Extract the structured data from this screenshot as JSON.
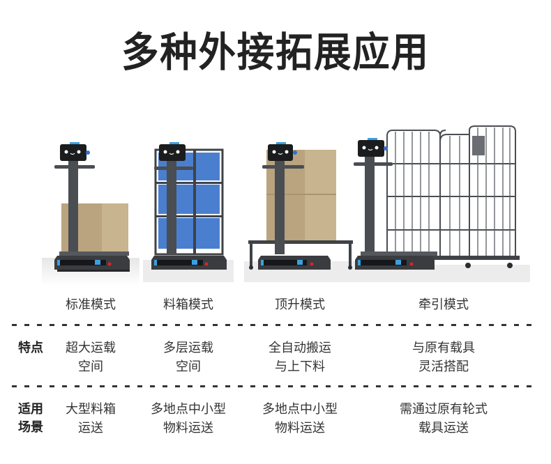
{
  "title": "多种外接拓展应用",
  "modes": [
    {
      "name": "标准模式",
      "image": "agv-robot-with-cardboard-box",
      "feature": [
        "超大运载",
        "空间"
      ],
      "scenario": [
        "大型料箱",
        "运送"
      ]
    },
    {
      "name": "料箱模式",
      "image": "agv-robot-with-shelf-bins",
      "feature": [
        "多层运载",
        "空间"
      ],
      "scenario": [
        "多地点中小型",
        "物料运送"
      ]
    },
    {
      "name": "顶升模式",
      "image": "agv-robot-lifting-rack",
      "feature": [
        "全自动搬运",
        "与上下料"
      ],
      "scenario": [
        "多地点中小型",
        "物料运送"
      ]
    },
    {
      "name": "牵引模式",
      "image": "agv-robot-towing-cage-cart",
      "feature": [
        "与原有载具",
        "灵活搭配"
      ],
      "scenario": [
        "需通过原有轮式",
        "载具运送"
      ]
    }
  ],
  "rows": {
    "feature_label": "特点",
    "scenario_label": [
      "适用",
      "场景"
    ]
  },
  "colors": {
    "robot_body": "#4a4d52",
    "robot_dark": "#2c2e31",
    "accent_blue": "#3aa0e0",
    "box": "#c8b48f",
    "bin_blue": "#4a7fd0",
    "indicator_red": "#d8242a"
  }
}
